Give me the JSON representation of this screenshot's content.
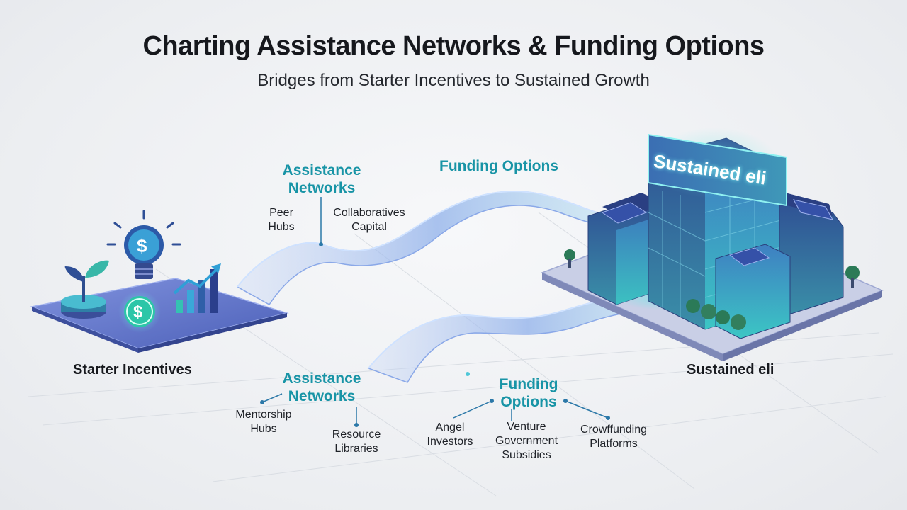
{
  "header": {
    "title": "Charting Assistance Networks & Funding Options",
    "subtitle": "Bridges from Starter Incentives to Sustained Growth"
  },
  "start": {
    "label": "Starter Incentives"
  },
  "end": {
    "label": "Sustained eli",
    "sign": "Sustained eli"
  },
  "upper": {
    "assistance": {
      "title_line1": "Assistance",
      "title_line2": "Networks"
    },
    "peer": {
      "line1": "Peer",
      "line2": "Hubs"
    },
    "collab": {
      "line1": "Collaboratives",
      "line2": "Capital"
    },
    "funding": {
      "title": "Funding Options"
    }
  },
  "lower": {
    "assistance": {
      "title_line1": "Assistance",
      "title_line2": "Networks"
    },
    "mentorship": {
      "line1": "Mentorship",
      "line2": "Hubs"
    },
    "resource": {
      "line1": "Resource",
      "line2": "Libraries"
    },
    "funding": {
      "title_line1": "Funding",
      "title_line2": "Options"
    },
    "angel": {
      "line1": "Angel",
      "line2": "Investors"
    },
    "venture": {
      "line1": "Venture",
      "line2": "Government",
      "line3": "Subsidies"
    },
    "crowd": {
      "line1": "Crowffunding",
      "line2": "Platforms"
    }
  },
  "icons": {
    "dollar": "$"
  },
  "colors": {
    "teal": "#1894a6",
    "bridge": "#6f8fd6",
    "platform": "#6677c9",
    "building_glass": "#3fb6bf"
  }
}
